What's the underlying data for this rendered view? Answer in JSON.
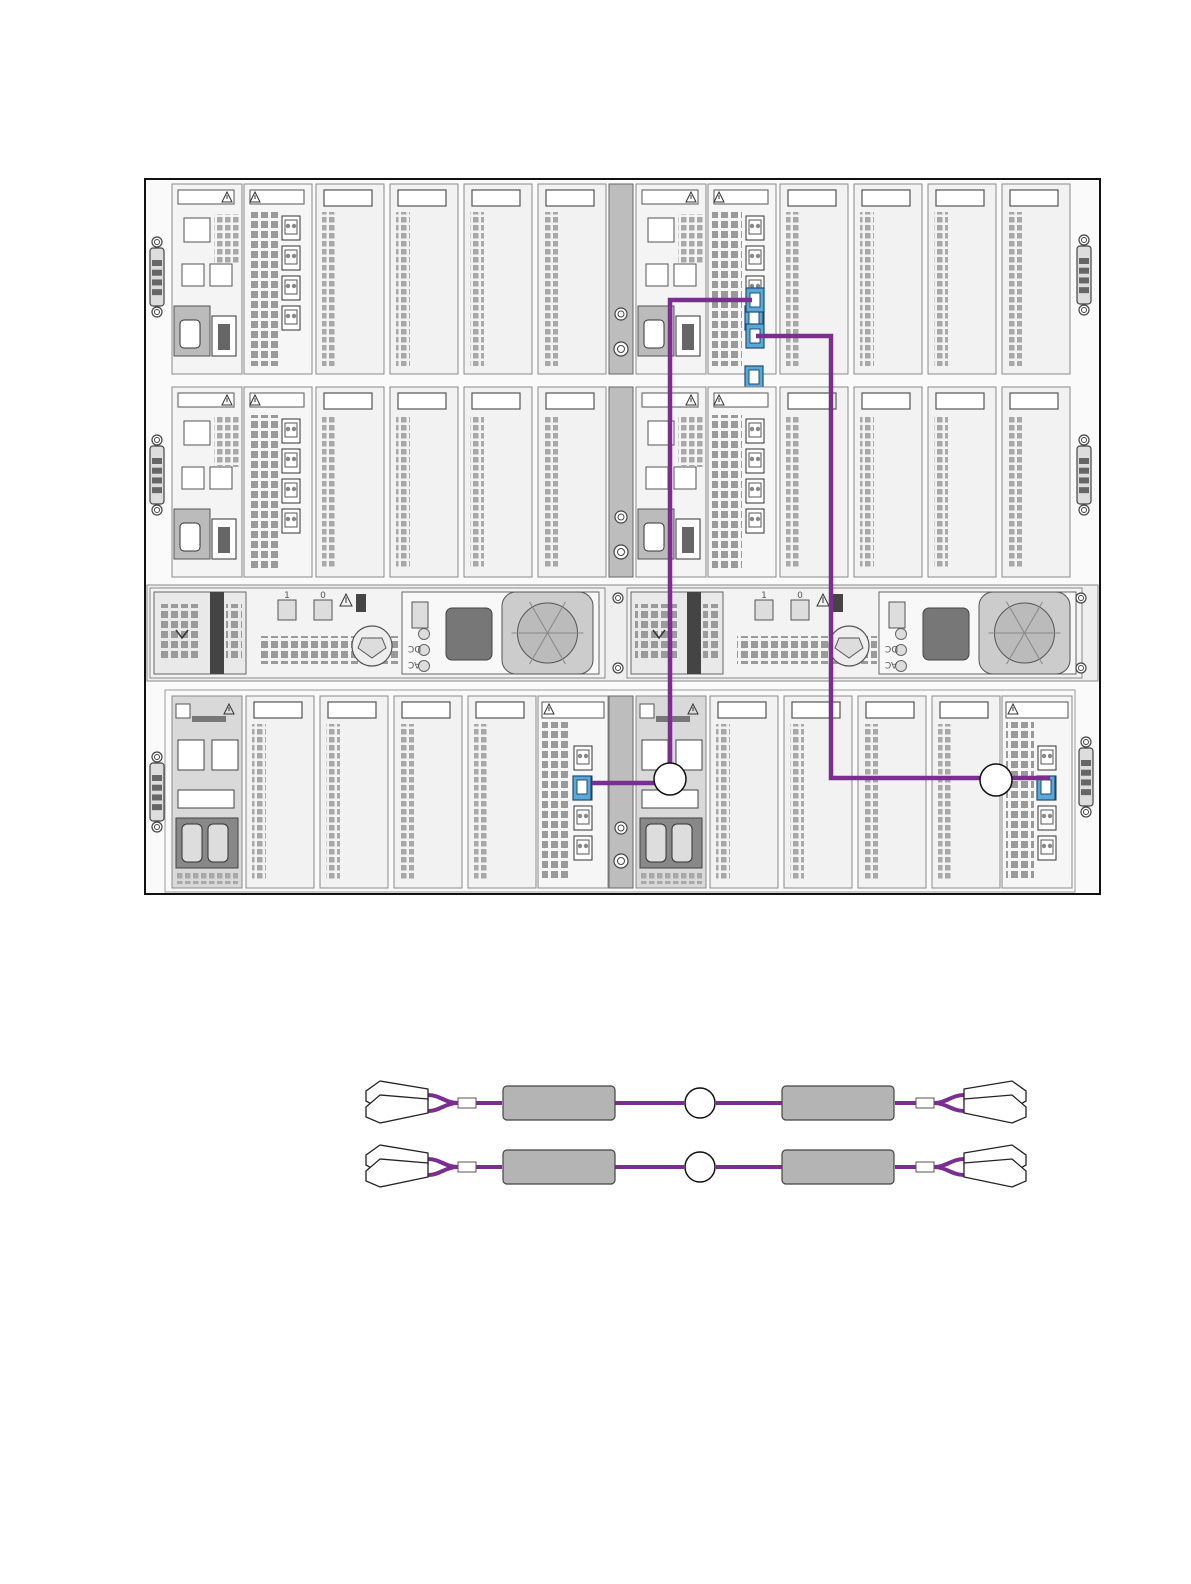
{
  "colors": {
    "cable": "#7a2f8f",
    "port_highlight": "#5aa8d8",
    "chassis_stroke": "#111111",
    "module_fill": "#f2f2f2",
    "module_stroke": "#8a8a8a",
    "vent": "#9a9a9a",
    "boot": "#b4b4b4"
  },
  "icons": [
    "warning-icon",
    "fan-icon",
    "port-icon",
    "screw-icon",
    "handle-icon",
    "lc-connector-icon"
  ],
  "callouts": [
    {
      "id": "callout-1",
      "text": ""
    },
    {
      "id": "callout-2",
      "text": ""
    },
    {
      "id": "cable-callout-1",
      "text": ""
    },
    {
      "id": "cable-callout-2",
      "text": ""
    }
  ],
  "psu_labels": {
    "switch_on": "1",
    "switch_off": "0",
    "led_dc": "DC",
    "led_ac": "AC"
  },
  "cables_legend_count": 2
}
